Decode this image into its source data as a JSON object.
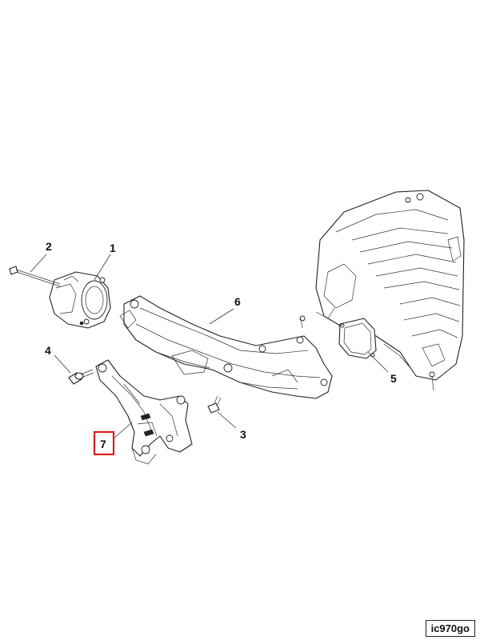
{
  "callouts": [
    {
      "id": "1",
      "label": "1"
    },
    {
      "id": "2",
      "label": "2"
    },
    {
      "id": "3",
      "label": "3"
    },
    {
      "id": "4",
      "label": "4"
    },
    {
      "id": "5",
      "label": "5"
    },
    {
      "id": "6",
      "label": "6"
    },
    {
      "id": "7",
      "label": "7",
      "highlighted": true
    }
  ],
  "reference_code": "ic970go",
  "highlight_color": "#d42020"
}
